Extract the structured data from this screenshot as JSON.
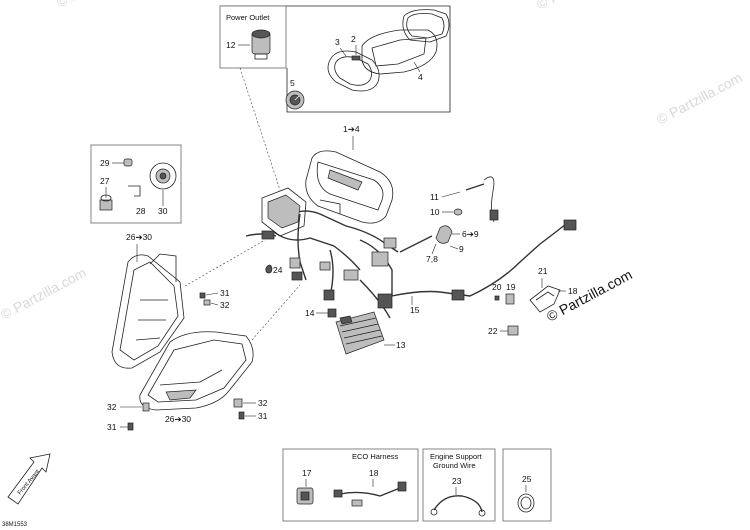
{
  "watermarks": {
    "left": "© Partzilla.com",
    "top_left": "© Partzilla.com",
    "top_right": "© Partzilla.com",
    "right": "© Partzilla.com",
    "center_right": "© Partzilla.com"
  },
  "boxes": {
    "power_outlet": {
      "title": "Power Outlet",
      "label": "12"
    },
    "eco_harness": {
      "title": "ECO Harness"
    },
    "engine_support": {
      "title_line1": "Engine Support",
      "title_line2": "Ground Wire"
    }
  },
  "labels": {
    "l2": "2",
    "l3": "3",
    "l4": "4",
    "l5": "5",
    "l1to4": "1➔4",
    "l29": "29",
    "l27": "27",
    "l28": "28",
    "l30": "30",
    "l26to30_top": "26➔30",
    "l11": "11",
    "l10": "10",
    "l6to9": "6➔9",
    "l78": "7,8",
    "l9": "9",
    "l24": "24",
    "l31_top": "31",
    "l32_top": "32",
    "l14": "14",
    "l13": "13",
    "l15": "15",
    "l20": "20",
    "l19": "19",
    "l21": "21",
    "l18": "18",
    "l22": "22",
    "l32_l": "32",
    "l31_l": "31",
    "l26to30_bottom": "26➔30",
    "l32_r": "32",
    "l31_r": "31",
    "l17": "17",
    "l18_box": "18",
    "l23": "23",
    "l25": "25"
  },
  "front_arrow": "Front Avant",
  "drawing_code": "38M1553"
}
